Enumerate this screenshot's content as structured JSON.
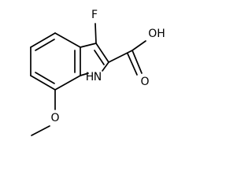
{
  "structure": {
    "atoms": {
      "fluorine": "F",
      "hydroxyl": "OH",
      "carbonyl_oxygen": "O",
      "indole_nh": "H",
      "indole_n": "N",
      "methoxy_oxygen": "O"
    }
  }
}
